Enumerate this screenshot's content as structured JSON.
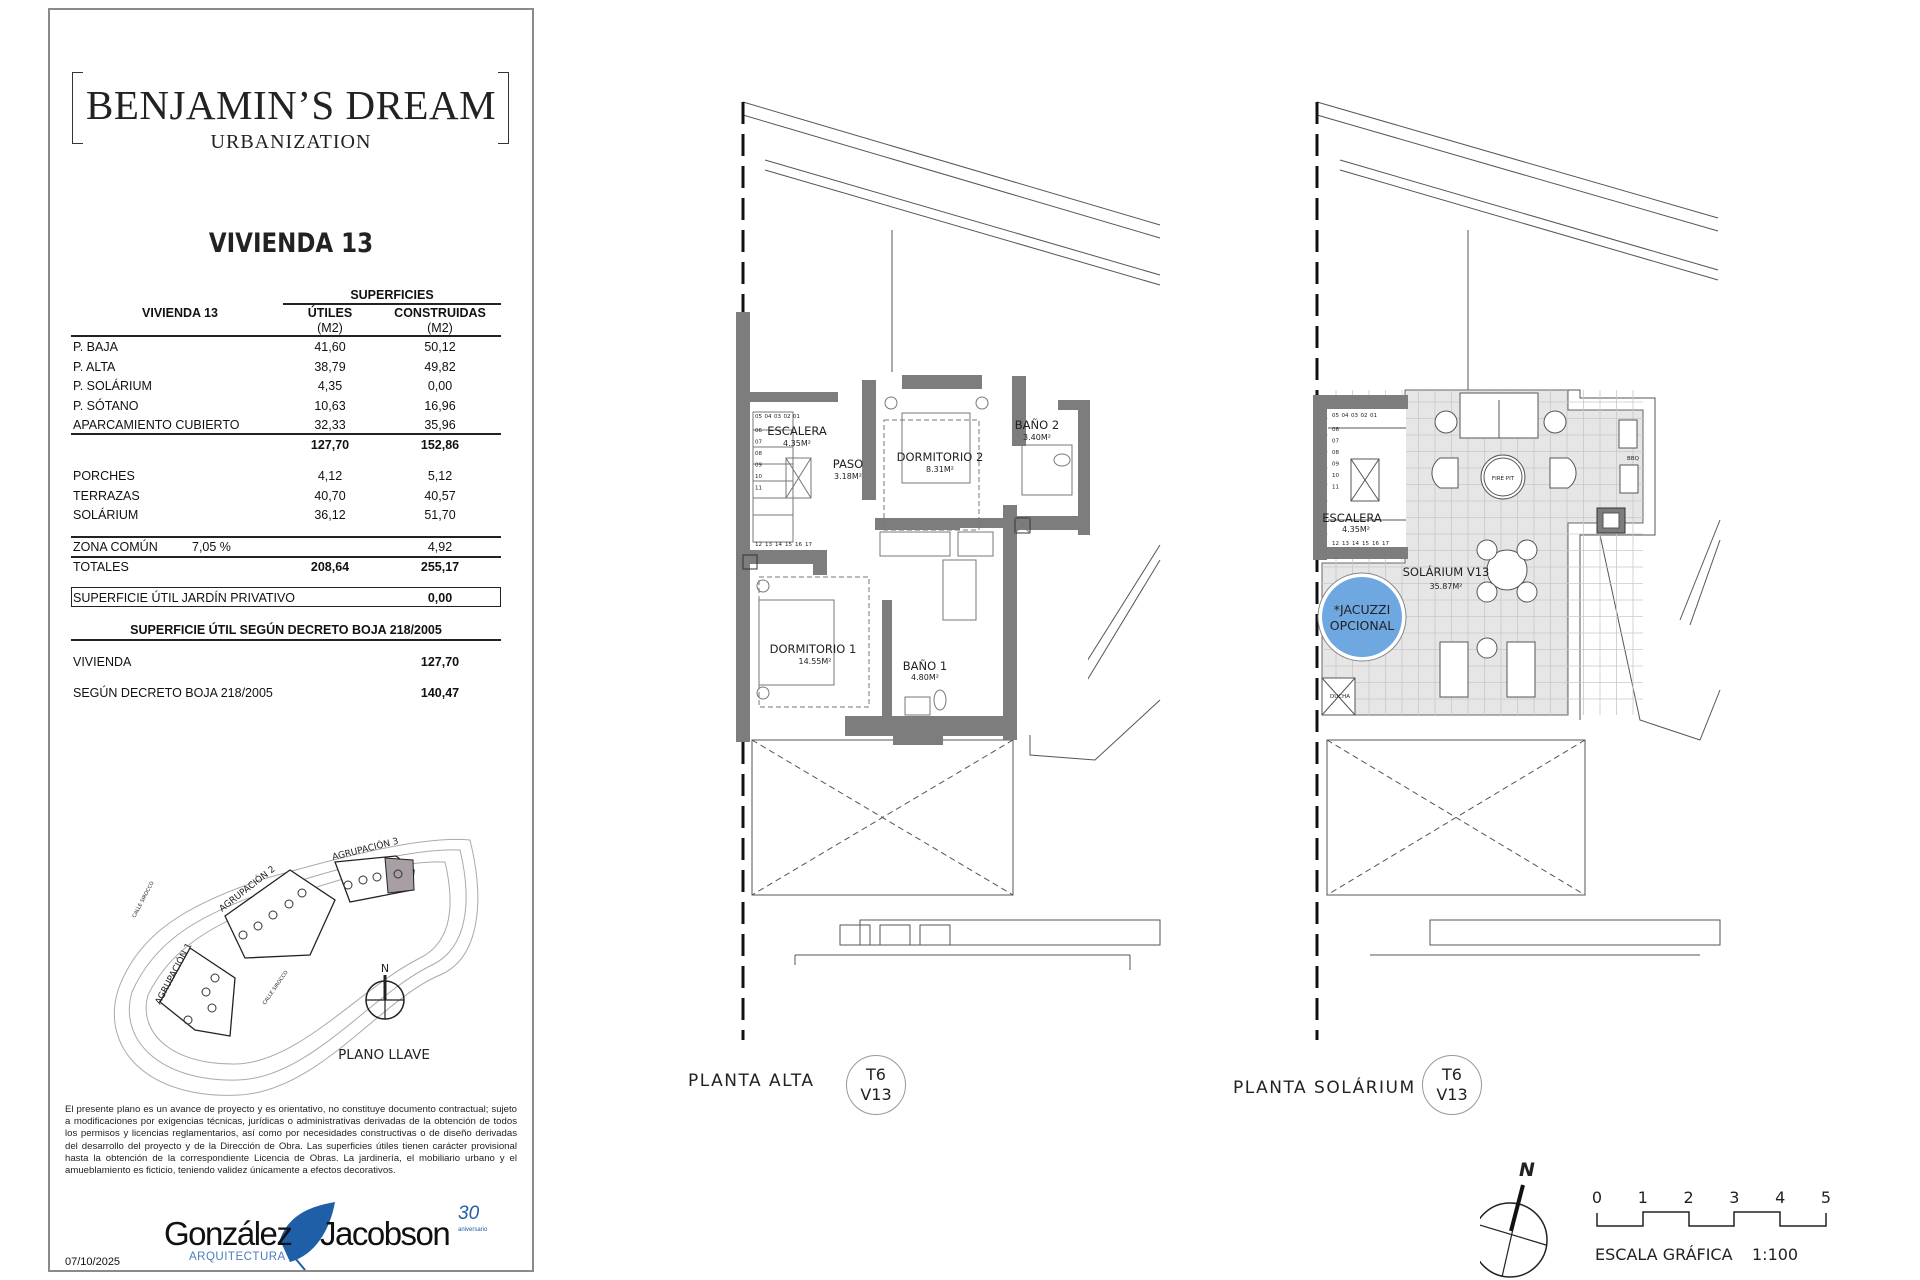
{
  "header": {
    "title": "BENJAMIN’S DREAM",
    "subtitle": "URBANIZATION",
    "unit_title": "VIVIENDA 13"
  },
  "table": {
    "row_header": "VIVIENDA 13",
    "group_header": "SUPERFICIES",
    "col_utiles": "ÚTILES",
    "col_construidas": "CONSTRUIDAS",
    "unit": "(M2)",
    "rows": [
      {
        "label": "P. BAJA",
        "utiles": "41,60",
        "construidas": "50,12"
      },
      {
        "label": "P. ALTA",
        "utiles": "38,79",
        "construidas": "49,82"
      },
      {
        "label": "P. SOLÁRIUM",
        "utiles": "4,35",
        "construidas": "0,00"
      },
      {
        "label": "P. SÓTANO",
        "utiles": "10,63",
        "construidas": "16,96"
      },
      {
        "label": "APARCAMIENTO CUBIERTO",
        "utiles": "32,33",
        "construidas": "35,96"
      }
    ],
    "subtotal": {
      "utiles": "127,70",
      "construidas": "152,86"
    },
    "exterior_rows": [
      {
        "label": "PORCHES",
        "utiles": "4,12",
        "construidas": "5,12"
      },
      {
        "label": "TERRAZAS",
        "utiles": "40,70",
        "construidas": "40,57"
      },
      {
        "label": "SOLÁRIUM",
        "utiles": "36,12",
        "construidas": "51,70"
      }
    ],
    "zona_comun": {
      "label": "ZONA COMÚN",
      "percent": "7,05 %",
      "construidas": "4,92"
    },
    "totales": {
      "label": "TOTALES",
      "utiles": "208,64",
      "construidas": "255,17"
    },
    "jardin": {
      "label": "SUPERFICIE ÚTIL JARDÍN PRIVATIVO",
      "value": "0,00"
    },
    "boja_header": "SUPERFICIE ÚTIL SEGÚN DECRETO BOJA 218/2005",
    "boja_rows": [
      {
        "label": "VIVIENDA",
        "value": "127,70"
      },
      {
        "label": "SEGÚN DECRETO BOJA 218/2005",
        "value": "140,47"
      }
    ]
  },
  "key_plan": {
    "groups": [
      "AGRUPACIÓN 1",
      "AGRUPACIÓN 2",
      "AGRUPACIÓN 3"
    ],
    "streets": [
      "CALLE SIROCCO",
      "CALLE SIROCCO"
    ],
    "north": "N",
    "label": "PLANO LLAVE",
    "highlight_color": "#a89ea6"
  },
  "disclaimer": "El presente plano es un avance de proyecto y es orientativo, no constituye documento contractual; sujeto a modificaciones por exigencias técnicas, jurídicas o administrativas derivadas de la obtención de todos los permisos y licencias reglamentarios, así como por necesidades constructivas o de diseño derivadas del desarrollo del proyecto y de la Dirección de Obra. Las superficies útiles tienen carácter provisional hasta la obtención de la correspondiente Licencia de Obras. La jardinería, el mobiliario urbano y el amueblamiento es ficticio, teniendo validez únicamente a efectos decorativos.",
  "logo": {
    "name_left": "González",
    "name_right": "Jacobson",
    "sub": "ARQUITECTURA",
    "anniversary": "30",
    "anniversary_word": "aniversario",
    "color": "#1f5fa8"
  },
  "date": "07/10/2025",
  "plans": {
    "alta": {
      "label": "PLANTA ALTA",
      "type": "T6",
      "unit": "V13",
      "rooms": [
        {
          "name": "ESCALERA",
          "area": "4.35M²"
        },
        {
          "name": "PASO",
          "area": "3.18M²"
        },
        {
          "name": "DORMITORIO 2",
          "area": "8.31M²"
        },
        {
          "name": "BAÑO 2",
          "area": "3.40M²"
        },
        {
          "name": "DORMITORIO 1",
          "area": "14.55M²"
        },
        {
          "name": "BAÑO 1",
          "area": "4.80M²"
        }
      ]
    },
    "solarium": {
      "label": "PLANTA SOLÁRIUM",
      "type": "T6",
      "unit": "V13",
      "rooms": [
        {
          "name": "ESCALERA",
          "area": "4.35M²"
        },
        {
          "name": "SOLÁRIUM V13",
          "area": "35.87M²"
        }
      ],
      "jacuzzi": [
        "*JACUZZI",
        "OPCIONAL"
      ],
      "jacuzzi_color": "#6fa8e0",
      "furniture": {
        "fire_pit": "FIRE PIT",
        "bbq": "BBQ",
        "shower": "DUCHA"
      }
    },
    "stair_steps": [
      "05",
      "04",
      "03",
      "02",
      "01",
      "06",
      "07",
      "08",
      "09",
      "10",
      "11",
      "12",
      "13",
      "14",
      "15",
      "16",
      "17"
    ]
  },
  "scale": {
    "ticks": [
      "0",
      "1",
      "2",
      "3",
      "4",
      "5"
    ],
    "label": "ESCALA GRÁFICA",
    "ratio": "1:100",
    "north": "N"
  },
  "colors": {
    "wall": "#7d7d7d",
    "tile": "#e6e6e6",
    "line": "#444444"
  }
}
